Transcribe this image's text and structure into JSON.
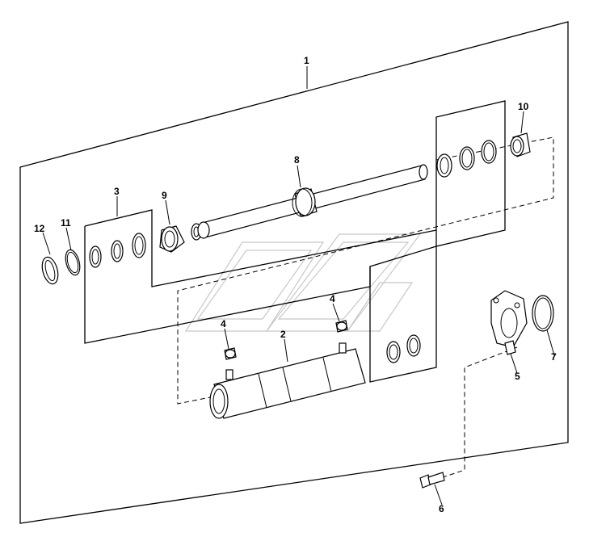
{
  "diagram": {
    "callouts": {
      "c1": "1",
      "c2": "2",
      "c3": "3",
      "c4a": "4",
      "c4b": "4",
      "c5": "5",
      "c6": "6",
      "c7": "7",
      "c8": "8",
      "c9": "9",
      "c10": "10",
      "c11": "11",
      "c12": "12"
    }
  }
}
